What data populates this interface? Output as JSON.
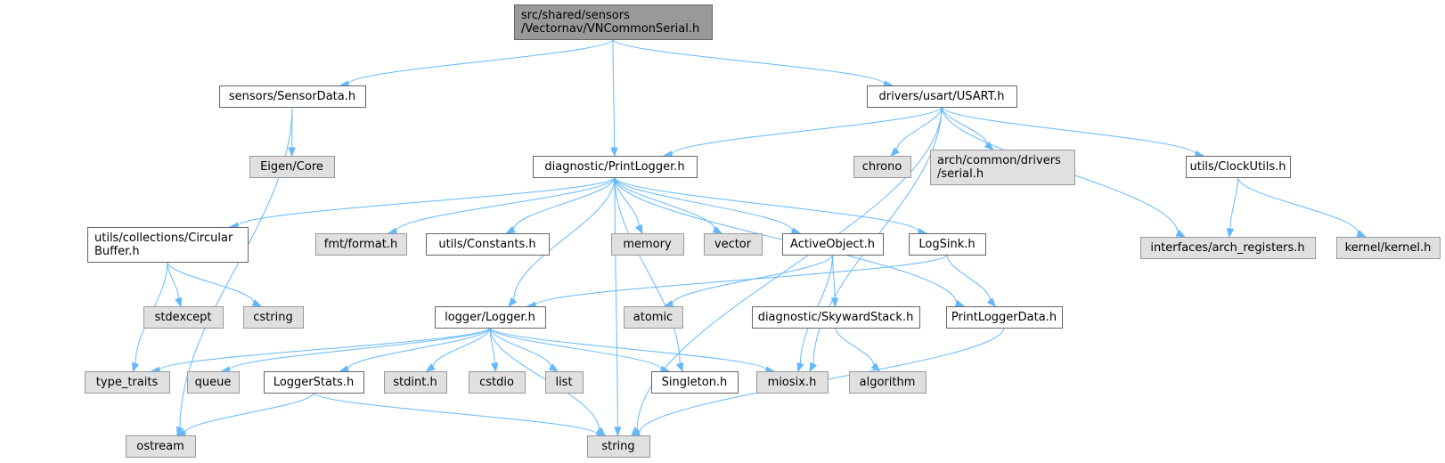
{
  "diagram": {
    "nodes": [
      {
        "id": "root",
        "lines": [
          "src/shared/sensors",
          "/Vectornav/VNCommonSerial.h"
        ],
        "style": "root"
      },
      {
        "id": "sensordata",
        "lines": [
          "sensors/SensorData.h"
        ],
        "style": "doc"
      },
      {
        "id": "usart",
        "lines": [
          "drivers/usart/USART.h"
        ],
        "style": "doc"
      },
      {
        "id": "eigen",
        "lines": [
          "Eigen/Core"
        ],
        "style": "ext"
      },
      {
        "id": "printlogger",
        "lines": [
          "diagnostic/PrintLogger.h"
        ],
        "style": "doc"
      },
      {
        "id": "chrono",
        "lines": [
          "chrono"
        ],
        "style": "ext"
      },
      {
        "id": "serial",
        "lines": [
          "arch/common/drivers",
          "/serial.h"
        ],
        "style": "ext"
      },
      {
        "id": "clockutils",
        "lines": [
          "utils/ClockUtils.h"
        ],
        "style": "doc"
      },
      {
        "id": "circbuf",
        "lines": [
          "utils/collections/Circular",
          "Buffer.h"
        ],
        "style": "doc"
      },
      {
        "id": "fmt",
        "lines": [
          "fmt/format.h"
        ],
        "style": "ext"
      },
      {
        "id": "constants",
        "lines": [
          "utils/Constants.h"
        ],
        "style": "doc"
      },
      {
        "id": "memory",
        "lines": [
          "memory"
        ],
        "style": "ext"
      },
      {
        "id": "vector",
        "lines": [
          "vector"
        ],
        "style": "ext"
      },
      {
        "id": "activeobject",
        "lines": [
          "ActiveObject.h"
        ],
        "style": "doc"
      },
      {
        "id": "logsink",
        "lines": [
          "LogSink.h"
        ],
        "style": "doc"
      },
      {
        "id": "archregs",
        "lines": [
          "interfaces/arch_registers.h"
        ],
        "style": "ext"
      },
      {
        "id": "kernel",
        "lines": [
          "kernel/kernel.h"
        ],
        "style": "ext"
      },
      {
        "id": "stdexcept",
        "lines": [
          "stdexcept"
        ],
        "style": "ext"
      },
      {
        "id": "cstring",
        "lines": [
          "cstring"
        ],
        "style": "ext"
      },
      {
        "id": "logger",
        "lines": [
          "logger/Logger.h"
        ],
        "style": "doc"
      },
      {
        "id": "atomic",
        "lines": [
          "atomic"
        ],
        "style": "ext"
      },
      {
        "id": "skyward",
        "lines": [
          "diagnostic/SkywardStack.h"
        ],
        "style": "doc"
      },
      {
        "id": "pldata",
        "lines": [
          "PrintLoggerData.h"
        ],
        "style": "doc"
      },
      {
        "id": "typetraits",
        "lines": [
          "type_traits"
        ],
        "style": "ext"
      },
      {
        "id": "queue",
        "lines": [
          "queue"
        ],
        "style": "ext"
      },
      {
        "id": "loggerstats",
        "lines": [
          "LoggerStats.h"
        ],
        "style": "doc"
      },
      {
        "id": "stdint",
        "lines": [
          "stdint.h"
        ],
        "style": "ext"
      },
      {
        "id": "cstdio",
        "lines": [
          "cstdio"
        ],
        "style": "ext"
      },
      {
        "id": "list",
        "lines": [
          "list"
        ],
        "style": "ext"
      },
      {
        "id": "singleton",
        "lines": [
          "Singleton.h"
        ],
        "style": "doc"
      },
      {
        "id": "miosix",
        "lines": [
          "miosix.h"
        ],
        "style": "ext"
      },
      {
        "id": "algorithm",
        "lines": [
          "algorithm"
        ],
        "style": "ext"
      },
      {
        "id": "ostream",
        "lines": [
          "ostream"
        ],
        "style": "ext"
      },
      {
        "id": "string",
        "lines": [
          "string"
        ],
        "style": "ext"
      }
    ],
    "edges": [
      [
        "root",
        "sensordata"
      ],
      [
        "root",
        "printlogger"
      ],
      [
        "root",
        "usart"
      ],
      [
        "sensordata",
        "eigen"
      ],
      [
        "sensordata",
        "ostream"
      ],
      [
        "usart",
        "printlogger"
      ],
      [
        "usart",
        "chrono"
      ],
      [
        "usart",
        "serial"
      ],
      [
        "usart",
        "archregs"
      ],
      [
        "usart",
        "clockutils"
      ],
      [
        "usart",
        "miosix"
      ],
      [
        "usart",
        "string"
      ],
      [
        "clockutils",
        "archregs"
      ],
      [
        "clockutils",
        "kernel"
      ],
      [
        "printlogger",
        "circbuf"
      ],
      [
        "printlogger",
        "fmt"
      ],
      [
        "printlogger",
        "constants"
      ],
      [
        "printlogger",
        "memory"
      ],
      [
        "printlogger",
        "vector"
      ],
      [
        "printlogger",
        "activeobject"
      ],
      [
        "printlogger",
        "logsink"
      ],
      [
        "printlogger",
        "logger"
      ],
      [
        "printlogger",
        "singleton"
      ],
      [
        "printlogger",
        "pldata"
      ],
      [
        "printlogger",
        "string"
      ],
      [
        "circbuf",
        "stdexcept"
      ],
      [
        "circbuf",
        "cstring"
      ],
      [
        "circbuf",
        "typetraits"
      ],
      [
        "activeobject",
        "atomic"
      ],
      [
        "activeobject",
        "skyward"
      ],
      [
        "activeobject",
        "miosix"
      ],
      [
        "logsink",
        "logger"
      ],
      [
        "logsink",
        "pldata"
      ],
      [
        "skyward",
        "algorithm"
      ],
      [
        "pldata",
        "string"
      ],
      [
        "logger",
        "typetraits"
      ],
      [
        "logger",
        "queue"
      ],
      [
        "logger",
        "loggerstats"
      ],
      [
        "logger",
        "stdint"
      ],
      [
        "logger",
        "cstdio"
      ],
      [
        "logger",
        "list"
      ],
      [
        "logger",
        "singleton"
      ],
      [
        "logger",
        "miosix"
      ],
      [
        "logger",
        "string"
      ],
      [
        "loggerstats",
        "ostream"
      ],
      [
        "loggerstats",
        "string"
      ]
    ]
  },
  "colors": {
    "root_fill": "#999999",
    "root_border": "#666666",
    "doc_fill": "#ffffff",
    "doc_border": "#666666",
    "ext_fill": "#e0e0e0",
    "ext_border": "#999999",
    "edge": "#63b8ff"
  }
}
